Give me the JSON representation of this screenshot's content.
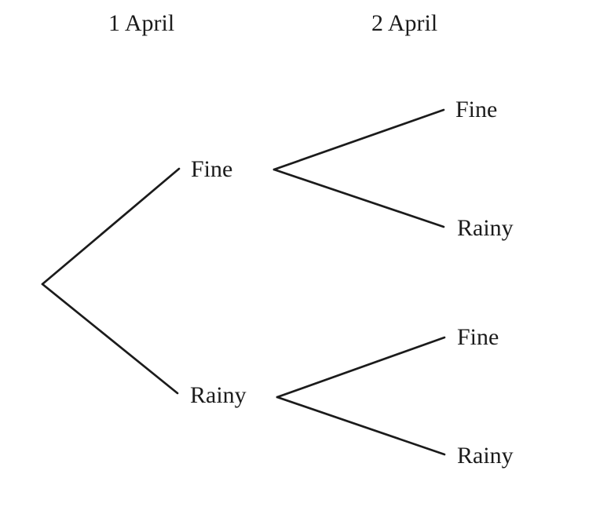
{
  "diagram": {
    "type": "probability-tree",
    "columns": [
      {
        "label": "1 April"
      },
      {
        "label": "2 April"
      }
    ],
    "tree": {
      "day1": [
        {
          "label": "Fine",
          "day2": [
            {
              "label": "Fine"
            },
            {
              "label": "Rainy"
            }
          ]
        },
        {
          "label": "Rainy",
          "day2": [
            {
              "label": "Fine"
            },
            {
              "label": "Rainy"
            }
          ]
        }
      ]
    },
    "colors": {
      "line": "#1b1b1b",
      "text": "#1b1b1b",
      "background": "#ffffff"
    }
  }
}
